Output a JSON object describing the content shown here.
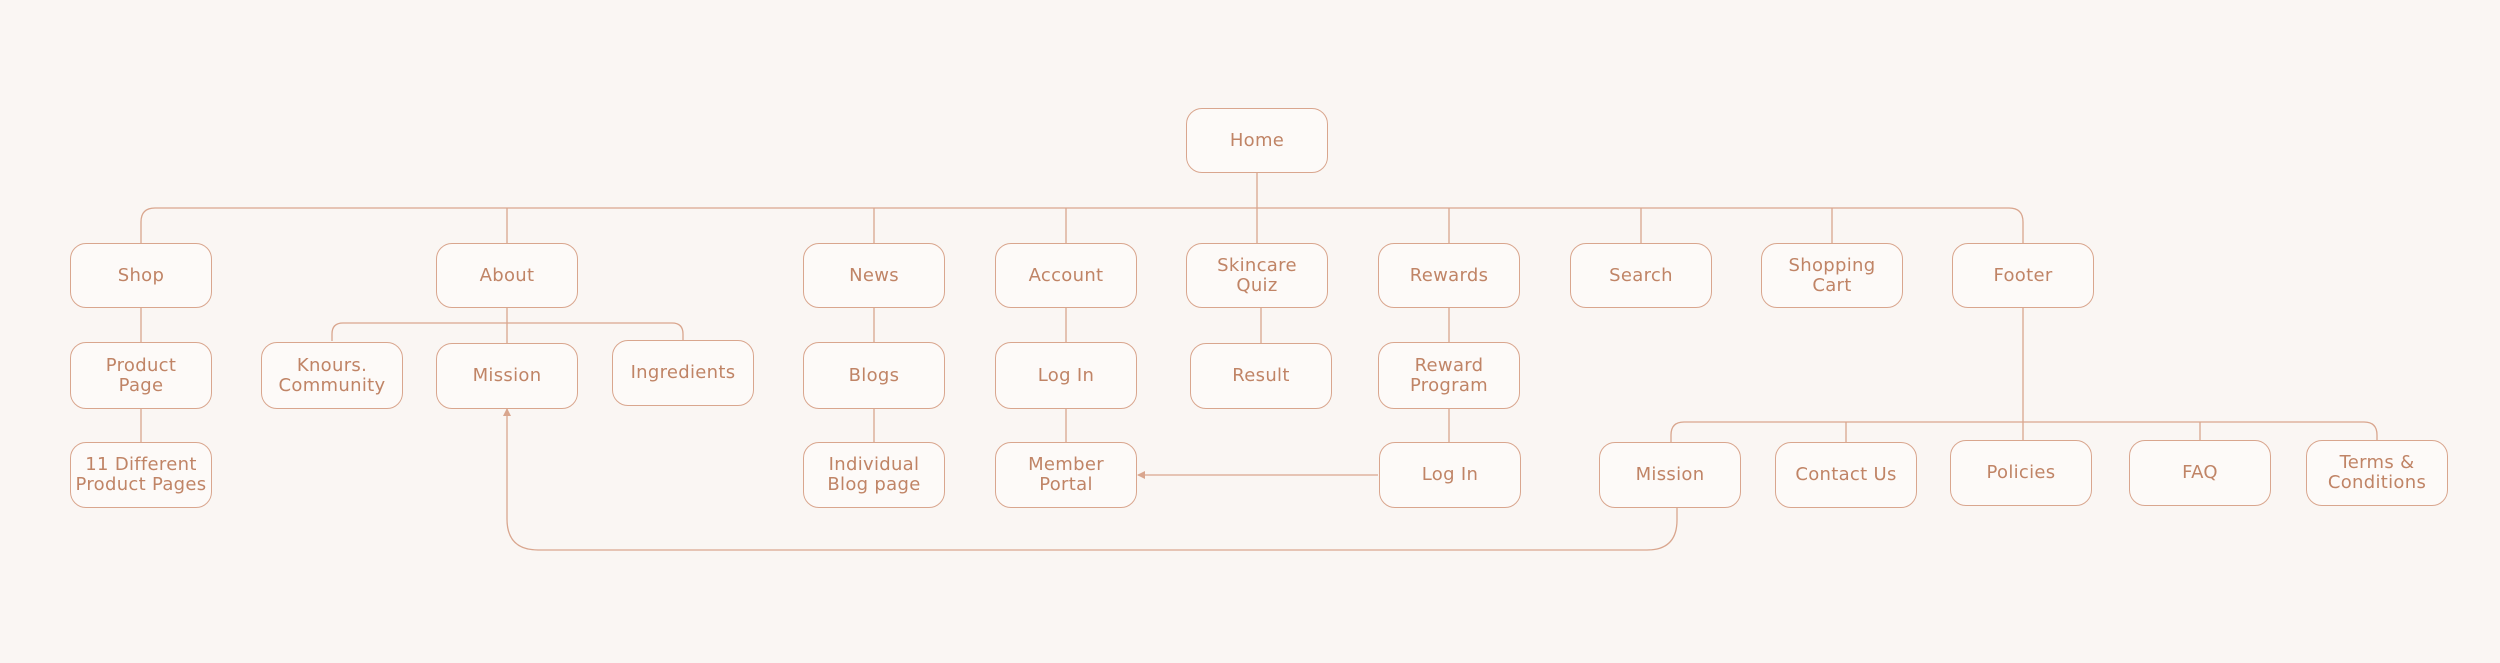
{
  "colors": {
    "background": "#faf6f3",
    "line": "#d9a68e",
    "text": "#c08466"
  },
  "nodes": {
    "home": "Home",
    "shop": "Shop",
    "about": "About",
    "news": "News",
    "account": "Account",
    "skincare_quiz": "Skincare\nQuiz",
    "rewards": "Rewards",
    "search": "Search",
    "shopping_cart": "Shopping\nCart",
    "footer": "Footer",
    "product_page": "Product\nPage",
    "product_pages": "11 Different\nProduct Pages",
    "community": "Knours.\nCommunity",
    "mission": "Mission",
    "ingredients": "Ingredients",
    "blogs": "Blogs",
    "blog_page": "Individual\nBlog page",
    "account_login": "Log In",
    "member_portal": "Member\nPortal",
    "result": "Result",
    "reward_program": "Reward\nProgram",
    "reward_login": "Log In",
    "footer_mission": "Mission",
    "contact_us": "Contact Us",
    "policies": "Policies",
    "faq": "FAQ",
    "terms": "Terms &\nConditions"
  }
}
